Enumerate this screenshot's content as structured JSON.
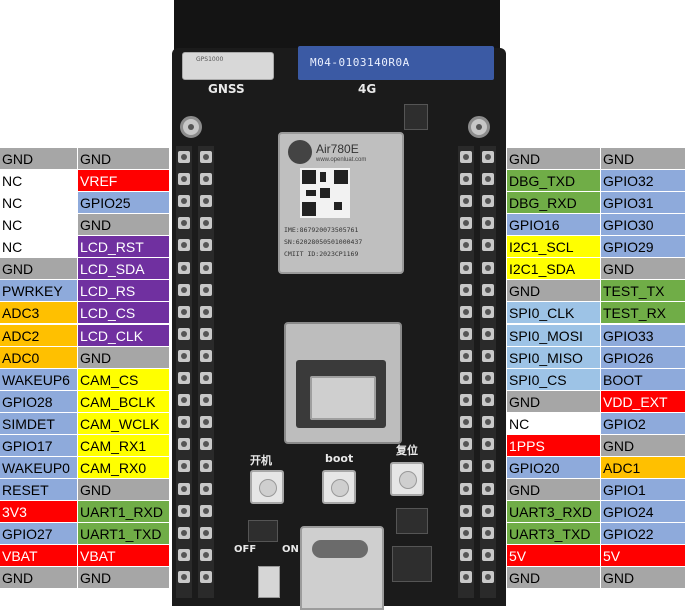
{
  "board": {
    "gnss_label": "GNSS",
    "lte_label": "4G",
    "gnss_chip_text": "GPS1000",
    "lte_antenna_text": "M04-0103140R0A",
    "module": {
      "title": "Air780E",
      "site": "www.openluat.com",
      "lines": [
        "IME:867920073505761",
        "SN:62028050501000437",
        "CMIIT ID:2023CP1169"
      ]
    },
    "button_labels": {
      "power": "开机",
      "boot": "boot",
      "reset": "复位"
    },
    "switch_off": "OFF",
    "switch_on": "ON"
  },
  "colors": {
    "gray": "#a6a6a6",
    "white": "#ffffff",
    "red": "#ff0000",
    "blue": "#8eaadb",
    "purple": "#7030a0",
    "orange": "#ffc000",
    "yellow": "#ffff00",
    "green": "#70ad47",
    "skyblue": "#9dc3e6"
  },
  "left_pins": [
    [
      {
        "t": "GND",
        "c": "gray"
      },
      {
        "t": "GND",
        "c": "gray"
      }
    ],
    [
      {
        "t": "NC",
        "c": "white"
      },
      {
        "t": "VREF",
        "c": "red"
      }
    ],
    [
      {
        "t": "NC",
        "c": "white"
      },
      {
        "t": "GPIO25",
        "c": "blue"
      }
    ],
    [
      {
        "t": "NC",
        "c": "white"
      },
      {
        "t": "GND",
        "c": "gray"
      }
    ],
    [
      {
        "t": "NC",
        "c": "white"
      },
      {
        "t": "LCD_RST",
        "c": "purple"
      }
    ],
    [
      {
        "t": "GND",
        "c": "gray"
      },
      {
        "t": "LCD_SDA",
        "c": "purple"
      }
    ],
    [
      {
        "t": "PWRKEY",
        "c": "blue"
      },
      {
        "t": "LCD_RS",
        "c": "purple"
      }
    ],
    [
      {
        "t": "ADC3",
        "c": "orange"
      },
      {
        "t": "LCD_CS",
        "c": "purple"
      }
    ],
    [
      {
        "t": "ADC2",
        "c": "orange"
      },
      {
        "t": "LCD_CLK",
        "c": "purple"
      }
    ],
    [
      {
        "t": "ADC0",
        "c": "orange"
      },
      {
        "t": "GND",
        "c": "gray"
      }
    ],
    [
      {
        "t": "WAKEUP6",
        "c": "blue"
      },
      {
        "t": "CAM_CS",
        "c": "yellow"
      }
    ],
    [
      {
        "t": "GPIO28",
        "c": "blue"
      },
      {
        "t": "CAM_BCLK",
        "c": "yellow"
      }
    ],
    [
      {
        "t": "SIMDET",
        "c": "blue"
      },
      {
        "t": "CAM_WCLK",
        "c": "yellow"
      }
    ],
    [
      {
        "t": "GPIO17",
        "c": "blue"
      },
      {
        "t": "CAM_RX1",
        "c": "yellow"
      }
    ],
    [
      {
        "t": "WAKEUP0",
        "c": "blue"
      },
      {
        "t": "CAM_RX0",
        "c": "yellow"
      }
    ],
    [
      {
        "t": "RESET",
        "c": "blue"
      },
      {
        "t": "GND",
        "c": "gray"
      }
    ],
    [
      {
        "t": "3V3",
        "c": "red"
      },
      {
        "t": "UART1_RXD",
        "c": "green"
      }
    ],
    [
      {
        "t": "GPIO27",
        "c": "blue"
      },
      {
        "t": "UART1_TXD",
        "c": "green"
      }
    ],
    [
      {
        "t": "VBAT",
        "c": "red"
      },
      {
        "t": "VBAT",
        "c": "red"
      }
    ],
    [
      {
        "t": "GND",
        "c": "gray"
      },
      {
        "t": "GND",
        "c": "gray"
      }
    ]
  ],
  "right_pins": [
    [
      {
        "t": "GND",
        "c": "gray"
      },
      {
        "t": "GND",
        "c": "gray"
      }
    ],
    [
      {
        "t": "DBG_TXD",
        "c": "green"
      },
      {
        "t": "GPIO32",
        "c": "blue"
      }
    ],
    [
      {
        "t": "DBG_RXD",
        "c": "green"
      },
      {
        "t": "GPIO31",
        "c": "blue"
      }
    ],
    [
      {
        "t": "GPIO16",
        "c": "blue"
      },
      {
        "t": "GPIO30",
        "c": "blue"
      }
    ],
    [
      {
        "t": "I2C1_SCL",
        "c": "yellow"
      },
      {
        "t": "GPIO29",
        "c": "blue"
      }
    ],
    [
      {
        "t": "I2C1_SDA",
        "c": "yellow"
      },
      {
        "t": "GND",
        "c": "gray"
      }
    ],
    [
      {
        "t": "GND",
        "c": "gray"
      },
      {
        "t": "TEST_TX",
        "c": "green"
      }
    ],
    [
      {
        "t": "SPI0_CLK",
        "c": "skyblue"
      },
      {
        "t": "TEST_RX",
        "c": "green"
      }
    ],
    [
      {
        "t": "SPI0_MOSI",
        "c": "skyblue"
      },
      {
        "t": "GPIO33",
        "c": "blue"
      }
    ],
    [
      {
        "t": "SPI0_MISO",
        "c": "skyblue"
      },
      {
        "t": "GPIO26",
        "c": "blue"
      }
    ],
    [
      {
        "t": "SPI0_CS",
        "c": "skyblue"
      },
      {
        "t": "BOOT",
        "c": "blue"
      }
    ],
    [
      {
        "t": "GND",
        "c": "gray"
      },
      {
        "t": "VDD_EXT",
        "c": "red"
      }
    ],
    [
      {
        "t": "NC",
        "c": "white"
      },
      {
        "t": "GPIO2",
        "c": "blue"
      }
    ],
    [
      {
        "t": "1PPS",
        "c": "red"
      },
      {
        "t": "GND",
        "c": "gray"
      }
    ],
    [
      {
        "t": "GPIO20",
        "c": "blue"
      },
      {
        "t": "ADC1",
        "c": "orange"
      }
    ],
    [
      {
        "t": "GND",
        "c": "gray"
      },
      {
        "t": "GPIO1",
        "c": "blue"
      }
    ],
    [
      {
        "t": "UART3_RXD",
        "c": "green"
      },
      {
        "t": "GPIO24",
        "c": "blue"
      }
    ],
    [
      {
        "t": "UART3_TXD",
        "c": "green"
      },
      {
        "t": "GPIO22",
        "c": "blue"
      }
    ],
    [
      {
        "t": "5V",
        "c": "red"
      },
      {
        "t": "5V",
        "c": "red"
      }
    ],
    [
      {
        "t": "GND",
        "c": "gray"
      },
      {
        "t": "GND",
        "c": "gray"
      }
    ]
  ]
}
